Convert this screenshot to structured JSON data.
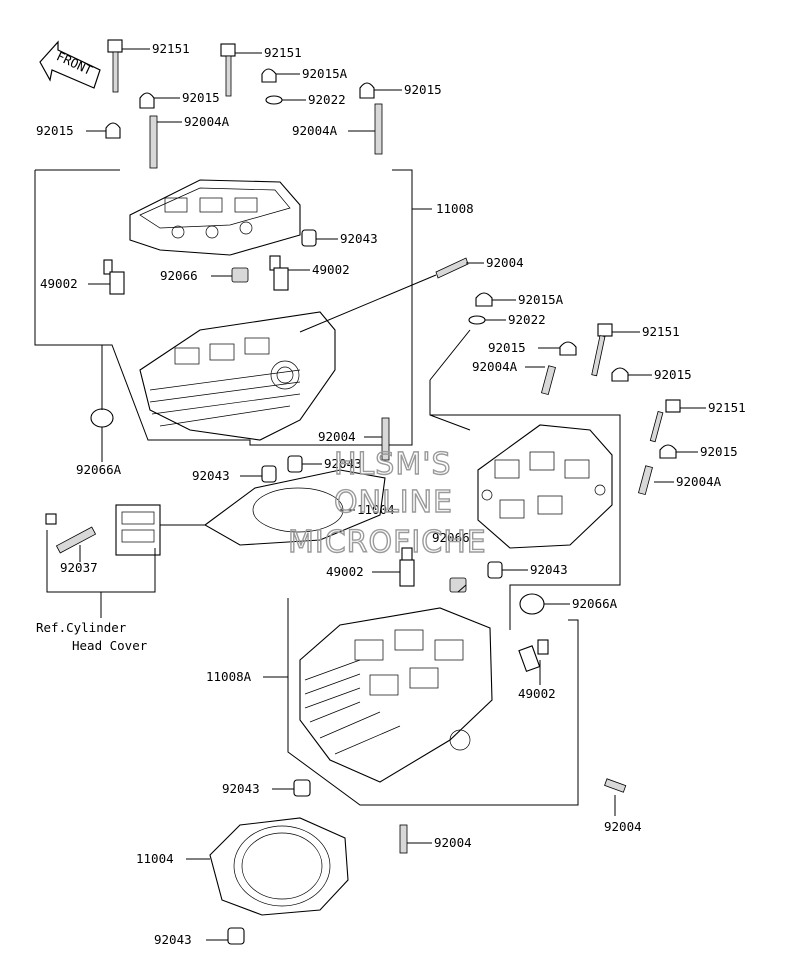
{
  "diagram": {
    "front_label": "FRONT",
    "note": {
      "line1": "Ref.Cylinder",
      "line2": "Head Cover"
    },
    "watermark": {
      "line1": "HLSM'S",
      "line2": "ONLINE",
      "line3": "MICROFICHE"
    },
    "parts": [
      {
        "label": "92151"
      },
      {
        "label": "92151"
      },
      {
        "label": "92015A"
      },
      {
        "label": "92015"
      },
      {
        "label": "92022"
      },
      {
        "label": "92015"
      },
      {
        "label": "92004A"
      },
      {
        "label": "92015"
      },
      {
        "label": "92004A"
      },
      {
        "label": "11008"
      },
      {
        "label": "92043"
      },
      {
        "label": "49002"
      },
      {
        "label": "92066"
      },
      {
        "label": "49002"
      },
      {
        "label": "92004"
      },
      {
        "label": "92015A"
      },
      {
        "label": "92022"
      },
      {
        "label": "92151"
      },
      {
        "label": "92015"
      },
      {
        "label": "92004A"
      },
      {
        "label": "92015"
      },
      {
        "label": "92151"
      },
      {
        "label": "92066A"
      },
      {
        "label": "92004"
      },
      {
        "label": "92015"
      },
      {
        "label": "92043"
      },
      {
        "label": "92043"
      },
      {
        "label": "92004A"
      },
      {
        "label": "11004"
      },
      {
        "label": "92037"
      },
      {
        "label": "92066"
      },
      {
        "label": "49002"
      },
      {
        "label": "92043"
      },
      {
        "label": "92066A"
      },
      {
        "label": "11008A"
      },
      {
        "label": "49002"
      },
      {
        "label": "92043"
      },
      {
        "label": "92004"
      },
      {
        "label": "92004"
      },
      {
        "label": "11004"
      },
      {
        "label": "92043"
      }
    ]
  }
}
